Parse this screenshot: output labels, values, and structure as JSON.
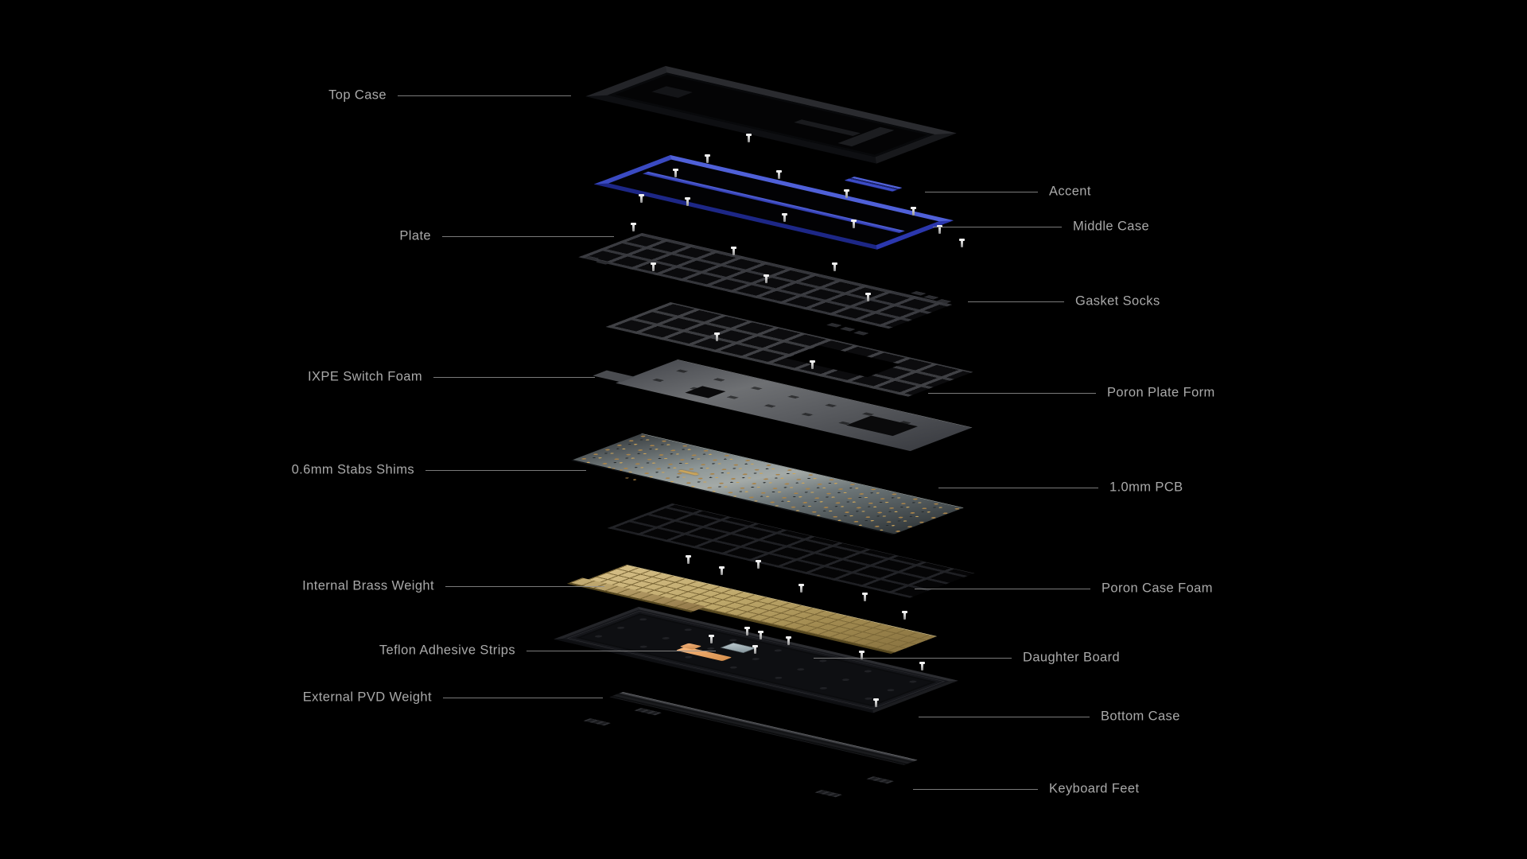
{
  "page": {
    "background": "#000000",
    "label_color": "#a9a9a9",
    "line_color": "#8f8f8f"
  },
  "scene": {
    "title": "Custom mechanical keyboard exploded view",
    "colors": {
      "accent_blue": "#3d4ec9",
      "middle_case_blue": "#3848c4",
      "case_black": "#1b1c1f",
      "plate_gray": "#303136",
      "ixpe_gray": "#5c5e62",
      "pcb_silver": "#8d9696",
      "pcb_pad_gold": "#a8834a",
      "brass_gold": "#bda76a",
      "teflon_orange": "#e8a468",
      "daughter_board_gray": "#a3b2b8"
    },
    "parts": [
      "Top Case",
      "Accent",
      "Middle Case",
      "Plate",
      "Gasket Socks",
      "IXPE Switch Foam",
      "Poron Plate Form",
      "0.6mm Stabs Shims",
      "1.0mm PCB",
      "Internal Brass Weight",
      "Poron Case Foam",
      "Teflon Adhesive Strips",
      "Daughter Board",
      "External PVD Weight",
      "Bottom Case",
      "Keyboard Feet"
    ]
  },
  "callouts": [
    {
      "text": "Top Case",
      "side": "left",
      "target": "top-case"
    },
    {
      "text": "Accent",
      "side": "right",
      "target": "accent"
    },
    {
      "text": "Middle Case",
      "side": "right",
      "target": "middle-case"
    },
    {
      "text": "Plate",
      "side": "left",
      "target": "plate"
    },
    {
      "text": "Gasket Socks",
      "side": "right",
      "target": "gasket-socks"
    },
    {
      "text": "IXPE Switch Foam",
      "side": "left",
      "target": "ixpe-switch-foam"
    },
    {
      "text": "Poron Plate Form",
      "side": "right",
      "target": "poron-plate-form"
    },
    {
      "text": "0.6mm Stabs Shims",
      "side": "left",
      "target": "stabs-shims"
    },
    {
      "text": "1.0mm PCB",
      "side": "right",
      "target": "pcb"
    },
    {
      "text": "Internal Brass Weight",
      "side": "left",
      "target": "internal-brass-weight"
    },
    {
      "text": "Poron Case Foam",
      "side": "right",
      "target": "poron-case-foam"
    },
    {
      "text": "Teflon Adhesive Strips",
      "side": "left",
      "target": "teflon-adhesive-strips"
    },
    {
      "text": "Daughter Board",
      "side": "right",
      "target": "daughter-board"
    },
    {
      "text": "External PVD Weight",
      "side": "left",
      "target": "external-pvd-weight"
    },
    {
      "text": "Bottom Case",
      "side": "right",
      "target": "bottom-case"
    },
    {
      "text": "Keyboard Feet",
      "side": "right",
      "target": "keyboard-feet"
    }
  ]
}
